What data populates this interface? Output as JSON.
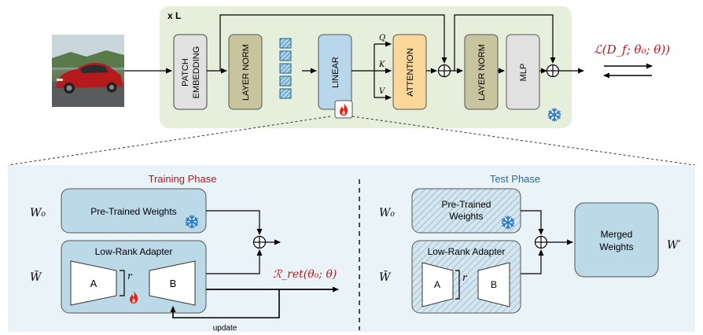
{
  "top": {
    "repeat_label": "x L",
    "blocks": {
      "patch_embedding": [
        "PATCH",
        "EMBEDDING"
      ],
      "layer_norm_1": "LAYER NORM",
      "linear": "LINEAR",
      "attention": "ATTENTION",
      "layer_norm_2": "LAYER NORM",
      "mlp": "MLP"
    },
    "qkv": [
      "Q",
      "K",
      "V"
    ],
    "loss": "ℒ(D_f; θ₀; θ))",
    "loss_color": "#c0141c"
  },
  "training": {
    "title": "Training Phase",
    "title_color": "#c0141c",
    "w0_label": "W₀",
    "pretrained_label": "Pre-Trained Weights",
    "adapter_title": "Low-Rank Adapter",
    "w_tilde_label": "W̃",
    "a_label": "A",
    "b_label": "B",
    "r_label": "r",
    "regularizer": "ℛ_ret(θ₀; θ)",
    "update_label": "update"
  },
  "test": {
    "title": "Test Phase",
    "title_color": "#2a6a9a",
    "w0_label": "W₀",
    "pretrained_label": [
      "Pre-Trained",
      "Weights"
    ],
    "adapter_title": "Low-Rank Adapter",
    "w_tilde_label": "W̃",
    "a_label": "A",
    "b_label": "B",
    "r_label": "r",
    "merged_label": [
      "Merged",
      "Weights"
    ],
    "w_prime_label": "W′"
  },
  "icons": [
    "car-photo",
    "snowflake-icon",
    "fire-icon",
    "circle-plus-icon"
  ]
}
